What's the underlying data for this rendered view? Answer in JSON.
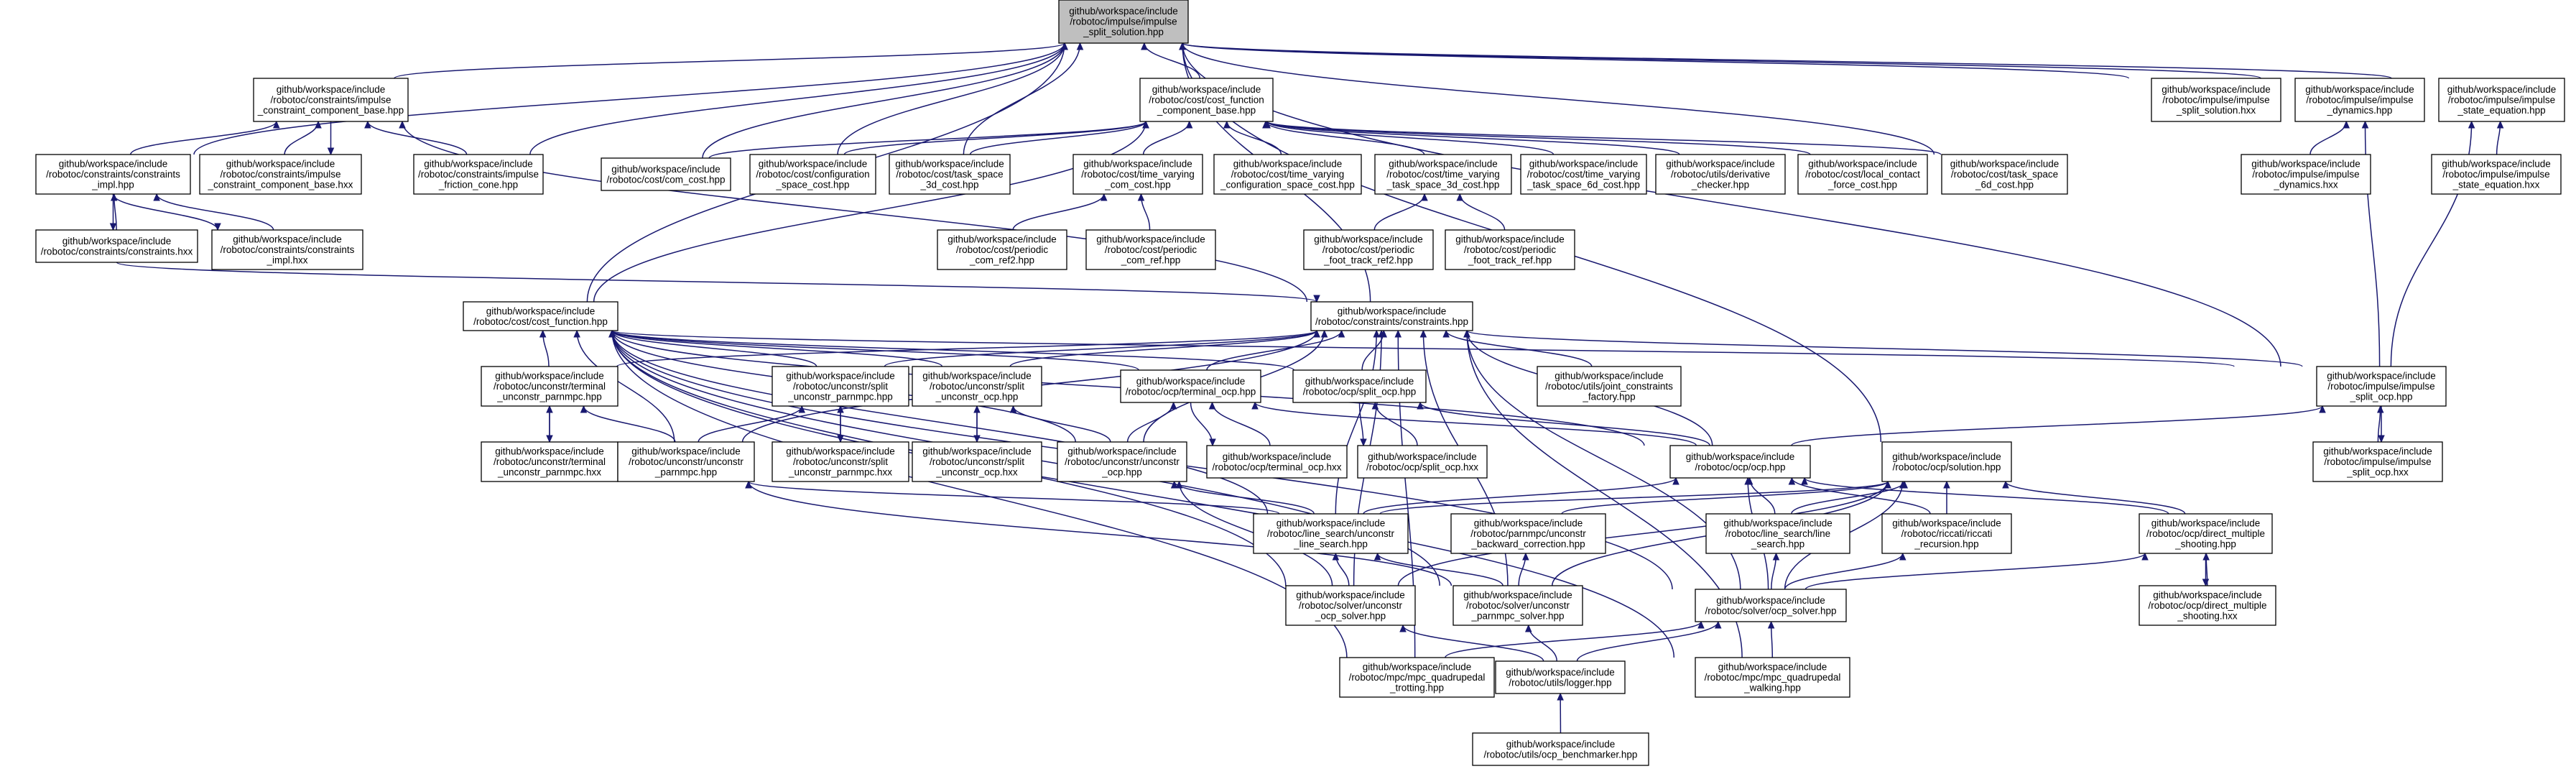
{
  "diagram": {
    "kind": "include-dependency-graph",
    "edge_color": "#191970",
    "root_fill": "#bfbfbf",
    "nodes": {
      "root": [
        "github/workspace/include",
        "/robotoc/impulse/impulse",
        "_split_solution.hpp"
      ],
      "icc": [
        "github/workspace/include",
        "/robotoc/constraints/impulse",
        "_constraint_component_base.hpp"
      ],
      "cfcb": [
        "github/workspace/include",
        "/robotoc/cost/cost_function",
        "_component_base.hpp"
      ],
      "issh": [
        "github/workspace/include",
        "/robotoc/impulse/impulse",
        "_split_solution.hxx"
      ],
      "idyn": [
        "github/workspace/include",
        "/robotoc/impulse/impulse",
        "_dynamics.hpp"
      ],
      "iseq": [
        "github/workspace/include",
        "/robotoc/impulse/impulse",
        "_state_equation.hpp"
      ],
      "cci": [
        "github/workspace/include",
        "/robotoc/constraints/constraints",
        "_impl.hpp"
      ],
      "iccx": [
        "github/workspace/include",
        "/robotoc/constraints/impulse",
        "_constraint_component_base.hxx"
      ],
      "ifc": [
        "github/workspace/include",
        "/robotoc/constraints/impulse",
        "_friction_cone.hpp"
      ],
      "com": [
        "github/workspace/include",
        "/robotoc/cost/com_cost.hpp"
      ],
      "cfgc": [
        "github/workspace/include",
        "/robotoc/cost/configuration",
        "_space_cost.hpp"
      ],
      "ts3": [
        "github/workspace/include",
        "/robotoc/cost/task_space",
        "_3d_cost.hpp"
      ],
      "tvcom": [
        "github/workspace/include",
        "/robotoc/cost/time_varying",
        "_com_cost.hpp"
      ],
      "tvcfg": [
        "github/workspace/include",
        "/robotoc/cost/time_varying",
        "_configuration_space_cost.hpp"
      ],
      "tvts3": [
        "github/workspace/include",
        "/robotoc/cost/time_varying",
        "_task_space_3d_cost.hpp"
      ],
      "tvts6": [
        "github/workspace/include",
        "/robotoc/cost/time_varying",
        "_task_space_6d_cost.hpp"
      ],
      "deriv": [
        "github/workspace/include",
        "/robotoc/utils/derivative",
        "_checker.hpp"
      ],
      "lcf": [
        "github/workspace/include",
        "/robotoc/cost/local_contact",
        "_force_cost.hpp"
      ],
      "ts6": [
        "github/workspace/include",
        "/robotoc/cost/task_space",
        "_6d_cost.hpp"
      ],
      "idynx": [
        "github/workspace/include",
        "/robotoc/impulse/impulse",
        "_dynamics.hxx"
      ],
      "iseqx": [
        "github/workspace/include",
        "/robotoc/impulse/impulse",
        "_state_equation.hxx"
      ],
      "cons": [
        "github/workspace/include",
        "/robotoc/constraints/constraints.hxx"
      ],
      "ccix": [
        "github/workspace/include",
        "/robotoc/constraints/constraints",
        "_impl.hxx"
      ],
      "pcr2": [
        "github/workspace/include",
        "/robotoc/cost/periodic",
        "_com_ref2.hpp"
      ],
      "pcr": [
        "github/workspace/include",
        "/robotoc/cost/periodic",
        "_com_ref.hpp"
      ],
      "pft2": [
        "github/workspace/include",
        "/robotoc/cost/periodic",
        "_foot_track_ref2.hpp"
      ],
      "pft": [
        "github/workspace/include",
        "/robotoc/cost/periodic",
        "_foot_track_ref.hpp"
      ],
      "cf": [
        "github/workspace/include",
        "/robotoc/cost/cost_function.hpp"
      ],
      "ch": [
        "github/workspace/include",
        "/robotoc/constraints/constraints.hpp"
      ],
      "tup": [
        "github/workspace/include",
        "/robotoc/unconstr/terminal",
        "_unconstr_parnmpc.hpp"
      ],
      "sup": [
        "github/workspace/include",
        "/robotoc/unconstr/split",
        "_unconstr_parnmpc.hpp"
      ],
      "suo": [
        "github/workspace/include",
        "/robotoc/unconstr/split",
        "_unconstr_ocp.hpp"
      ],
      "tocp": [
        "github/workspace/include",
        "/robotoc/ocp/terminal_ocp.hpp"
      ],
      "socp": [
        "github/workspace/include",
        "/robotoc/ocp/split_ocp.hpp"
      ],
      "jcf": [
        "github/workspace/include",
        "/robotoc/utils/joint_constraints",
        "_factory.hpp"
      ],
      "isocp": [
        "github/workspace/include",
        "/robotoc/impulse/impulse",
        "_split_ocp.hpp"
      ],
      "tupx": [
        "github/workspace/include",
        "/robotoc/unconstr/terminal",
        "_unconstr_parnmpc.hxx"
      ],
      "up": [
        "github/workspace/include",
        "/robotoc/unconstr/unconstr",
        "_parnmpc.hpp"
      ],
      "supx": [
        "github/workspace/include",
        "/robotoc/unconstr/split",
        "_unconstr_parnmpc.hxx"
      ],
      "suox": [
        "github/workspace/include",
        "/robotoc/unconstr/split",
        "_unconstr_ocp.hxx"
      ],
      "uo": [
        "github/workspace/include",
        "/robotoc/unconstr/unconstr",
        "_ocp.hpp"
      ],
      "tocpx": [
        "github/workspace/include",
        "/robotoc/ocp/terminal_ocp.hxx"
      ],
      "socpx": [
        "github/workspace/include",
        "/robotoc/ocp/split_ocp.hxx"
      ],
      "ocp": [
        "github/workspace/include",
        "/robotoc/ocp/ocp.hpp"
      ],
      "sol": [
        "github/workspace/include",
        "/robotoc/ocp/solution.hpp"
      ],
      "isocpx": [
        "github/workspace/include",
        "/robotoc/impulse/impulse",
        "_split_ocp.hxx"
      ],
      "uls": [
        "github/workspace/include",
        "/robotoc/line_search/unconstr",
        "_line_search.hpp"
      ],
      "pbc": [
        "github/workspace/include",
        "/robotoc/parnmpc/unconstr",
        "_backward_correction.hpp"
      ],
      "ls": [
        "github/workspace/include",
        "/robotoc/line_search/line",
        "_search.hpp"
      ],
      "ric": [
        "github/workspace/include",
        "/robotoc/riccati/riccati",
        "_recursion.hpp"
      ],
      "dms": [
        "github/workspace/include",
        "/robotoc/ocp/direct_multiple",
        "_shooting.hpp"
      ],
      "uos": [
        "github/workspace/include",
        "/robotoc/solver/unconstr",
        "_ocp_solver.hpp"
      ],
      "ups": [
        "github/workspace/include",
        "/robotoc/solver/unconstr",
        "_parnmpc_solver.hpp"
      ],
      "os": [
        "github/workspace/include",
        "/robotoc/solver/ocp_solver.hpp"
      ],
      "dmsx": [
        "github/workspace/include",
        "/robotoc/ocp/direct_multiple",
        "_shooting.hxx"
      ],
      "mqt": [
        "github/workspace/include",
        "/robotoc/mpc/mpc_quadrupedal",
        "_trotting.hpp"
      ],
      "log": [
        "github/workspace/include",
        "/robotoc/utils/logger.hpp"
      ],
      "mqw": [
        "github/workspace/include",
        "/robotoc/mpc/mpc_quadrupedal",
        "_walking.hpp"
      ],
      "bench": [
        "github/workspace/include",
        "/robotoc/utils/ocp_benchmarker.hpp"
      ]
    }
  }
}
